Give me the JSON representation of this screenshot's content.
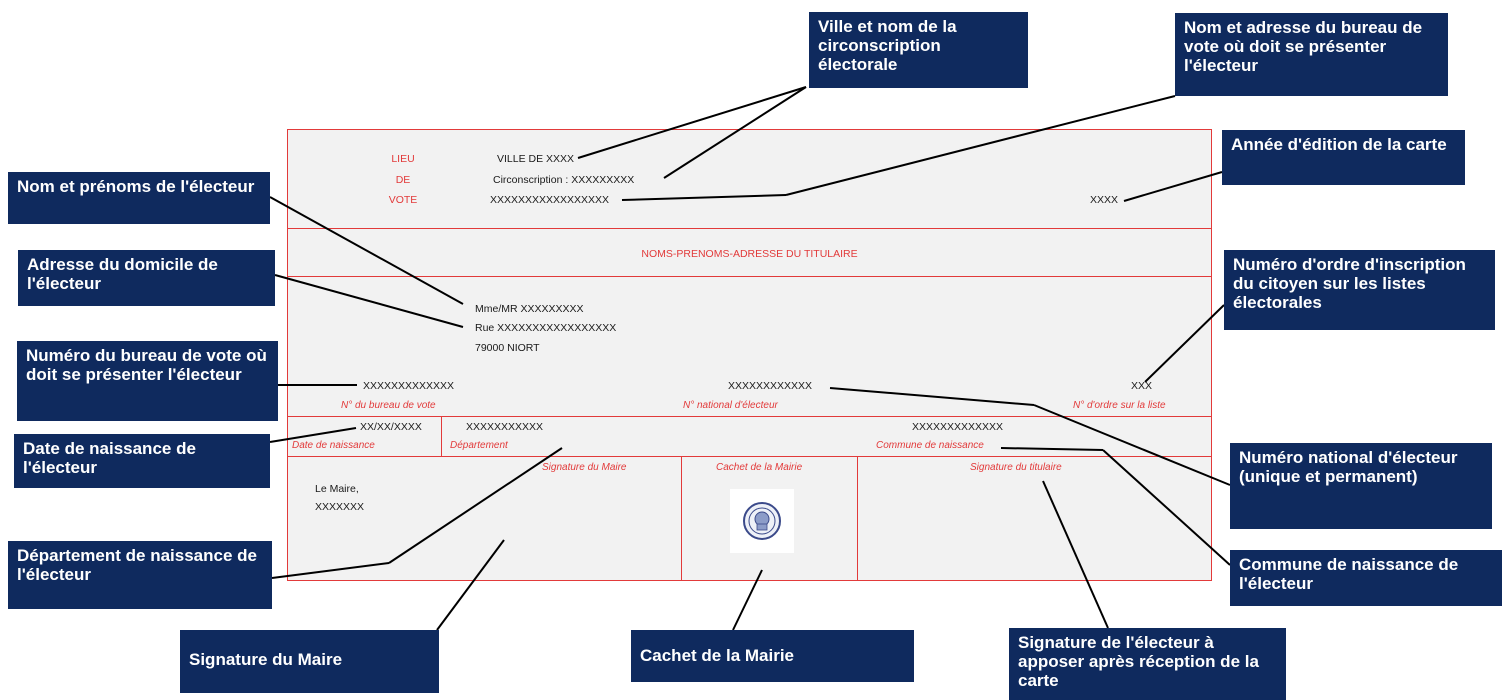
{
  "card": {
    "lieu_lines": [
      "LIEU",
      "DE",
      "VOTE"
    ],
    "ville": "VILLE DE XXXX",
    "circonscription": "Circonscription : XXXXXXXXX",
    "bureau_adresse": "XXXXXXXXXXXXXXXXX",
    "annee": "XXXX",
    "titulaire_header": "NOMS-PRENOMS-ADRESSE DU TITULAIRE",
    "nom": "Mme/MR XXXXXXXXX",
    "rue": "Rue XXXXXXXXXXXXXXXXX",
    "ville_domicile": "79000 NIORT",
    "numero_bureau": "XXXXXXXXXXXXX",
    "numero_bureau_label": "N° du bureau de vote",
    "numero_national": "XXXXXXXXXXXX",
    "numero_national_label": "N° national d'électeur",
    "numero_ordre": "XXX",
    "numero_ordre_label": "N° d'ordre sur la liste",
    "date_naissance": "XX/XX/XXXX",
    "date_naissance_label": "Date de naissance",
    "departement": "XXXXXXXXXXX",
    "departement_label": "Département",
    "commune": "XXXXXXXXXXXXX",
    "commune_label": "Commune de naissance",
    "signature_maire_label": "Signature du Maire",
    "cachet_label": "Cachet de la Mairie",
    "signature_titulaire_label": "Signature du titulaire",
    "le_maire": "Le Maire,",
    "maire_nom": "XXXXXXX"
  },
  "callouts": {
    "ville_circonscription": "Ville et nom de la circonscription électorale",
    "bureau_adresse": "Nom et adresse du bureau de vote où doit se présenter l'électeur",
    "annee": "Année d'édition de la carte",
    "nom_prenoms": "Nom et prénoms de l'électeur",
    "adresse_domicile": "Adresse du domicile de l'électeur",
    "numero_ordre": "Numéro d'ordre d'inscription du citoyen sur les listes électorales",
    "numero_bureau": "Numéro du bureau de vote où doit se présenter l'électeur",
    "date_naissance": "Date de naissance de l'électeur",
    "numero_national": "Numéro national d'électeur (unique et permanent)",
    "departement_naissance": "Département de naissance de l'électeur",
    "commune_naissance": "Commune de naissance de l'électeur",
    "signature_maire": "Signature du Maire",
    "cachet_mairie": "Cachet de la Mairie",
    "signature_electeur": "Signature de l'électeur à apposer après réception de la carte"
  },
  "colors": {
    "callout_bg": "#0f2a5e",
    "card_red": "#e23a3a",
    "card_bg": "#f2f2f2"
  }
}
